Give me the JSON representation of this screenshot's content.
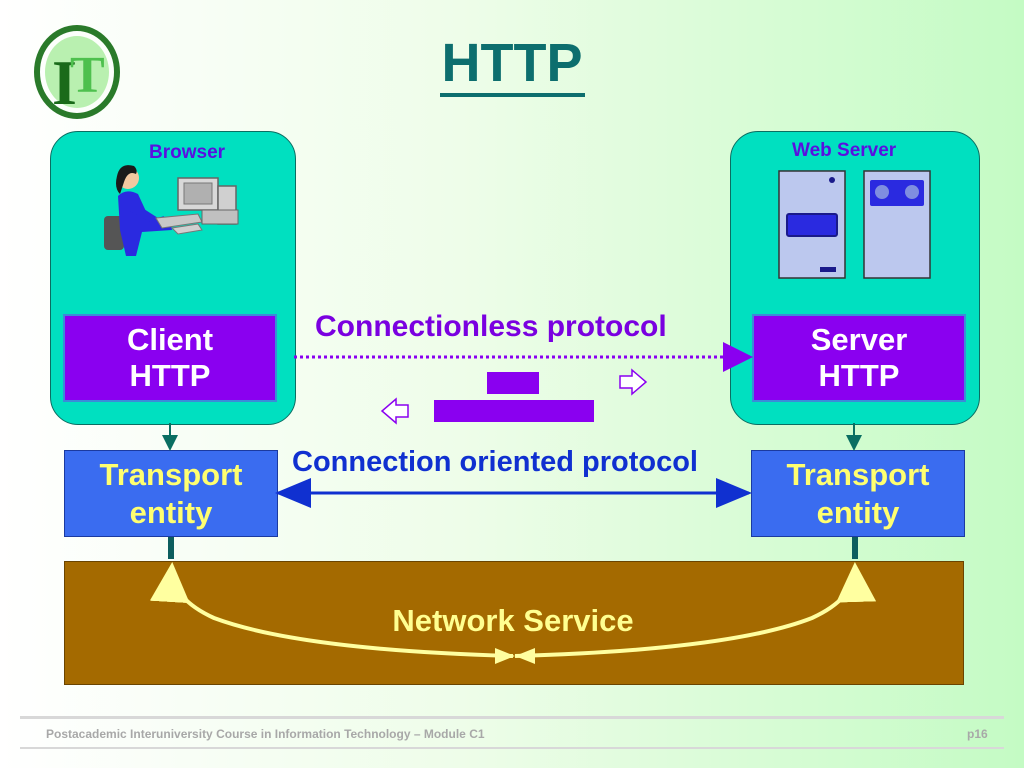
{
  "slide": {
    "title": "HTTP",
    "logo_letters": "IT"
  },
  "client": {
    "host_label": "Browser",
    "http_box": [
      "Client",
      "HTTP"
    ],
    "transport": [
      "Transport",
      "entity"
    ]
  },
  "server": {
    "host_label": "Web Server",
    "http_box": [
      "Server",
      "HTTP"
    ],
    "transport": [
      "Transport",
      "entity"
    ]
  },
  "protocols": {
    "connectionless": "Connectionless protocol",
    "connection_oriented": "Connection oriented protocol"
  },
  "network": {
    "label": "Network Service"
  },
  "footer": {
    "course": "Postacademic Interuniversity Course in Information Technology – Module C1",
    "page": "p16"
  },
  "colors": {
    "title": "#0d6e6e",
    "host_fill": "#00e0c0",
    "http_fill": "#8a00f0",
    "transport_fill": "#3a6cf0",
    "network_fill": "#a46a00",
    "connectionless_text": "#7a00e0",
    "connection_oriented_text": "#1030d0"
  }
}
